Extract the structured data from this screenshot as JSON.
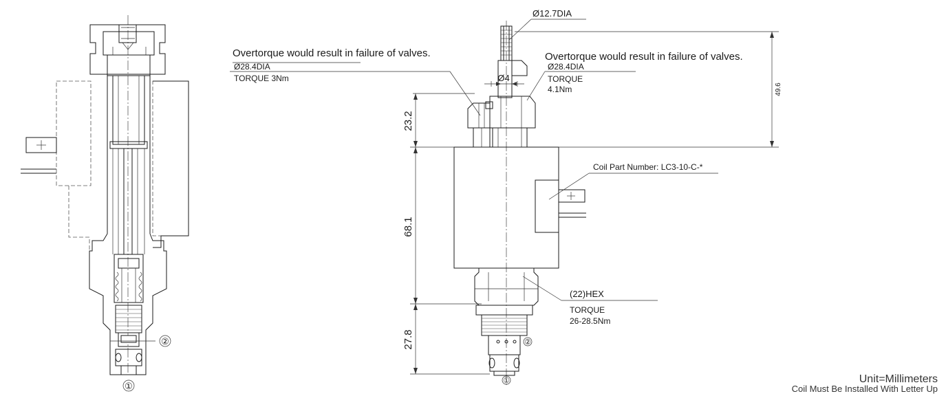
{
  "port_labels": {
    "port1": "①",
    "port2": "②"
  },
  "annotations": {
    "left_warning": "Overtorque would result in failure of valves.",
    "left_dia": "Ø28.4DIA",
    "left_torque": "TORQUE 3Nm",
    "right_warning": "Overtorque would result in failure of valves.",
    "right_dia": "Ø28.4DIA",
    "right_torque_label": "TORQUE",
    "right_torque_value": "4.1Nm",
    "knob_dia": "Ø12.7DIA",
    "stem_dia": "Ø4",
    "coil_part_number": "Coil Part Number: LC3-10-C-*",
    "hex_label": "(22)HEX",
    "hex_torque_label": "TORQUE",
    "hex_torque_value": "26-28.5Nm"
  },
  "dimensions": {
    "top_height": "23.2",
    "coil_height": "68.1",
    "cartridge_height": "27.8",
    "overall_top": "49.6"
  },
  "footer": {
    "unit": "Unit=Millimeters",
    "coil_note": "Coil Must Be Installed With Letter Up"
  }
}
